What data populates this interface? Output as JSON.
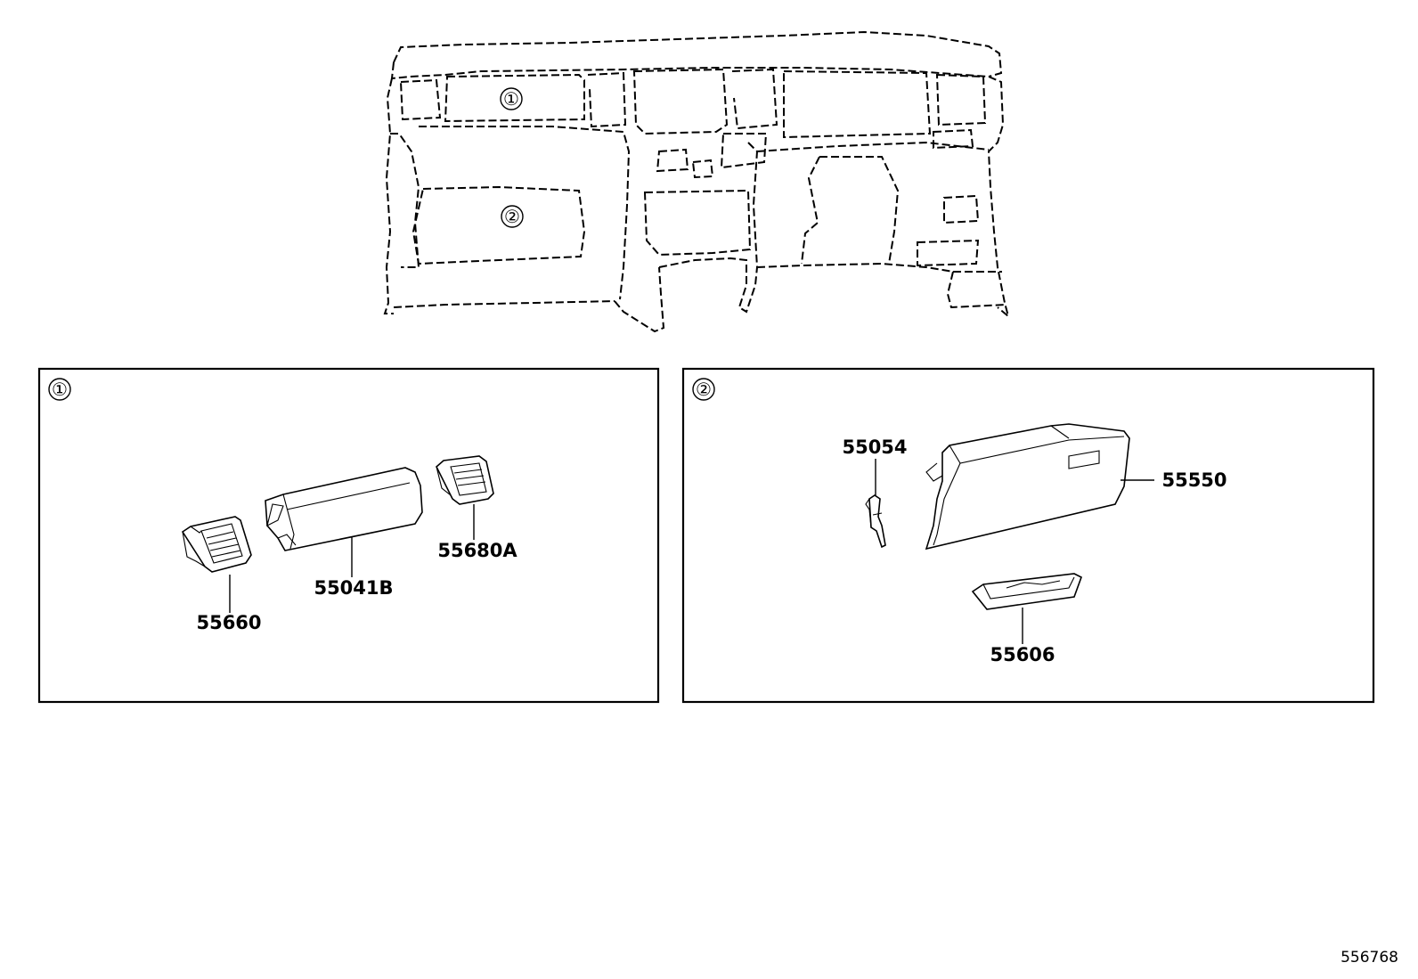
{
  "diagram": {
    "overview_refs": [
      "①",
      "②"
    ],
    "panels": [
      {
        "ref": "①",
        "parts": [
          {
            "number": "55660"
          },
          {
            "number": "55041B"
          },
          {
            "number": "55680A"
          }
        ]
      },
      {
        "ref": "②",
        "parts": [
          {
            "number": "55054"
          },
          {
            "number": "55550"
          },
          {
            "number": "55606"
          }
        ]
      }
    ],
    "diagram_id": "556768"
  }
}
